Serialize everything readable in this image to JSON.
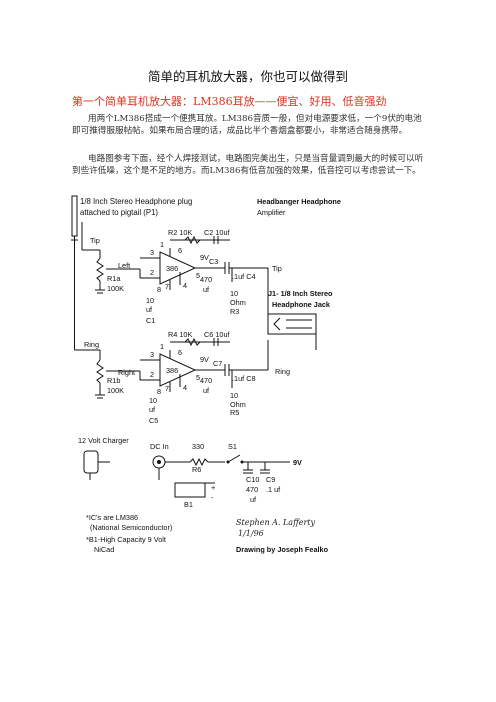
{
  "document": {
    "title": "简单的耳机放大器，你也可以做得到",
    "subtitle": "第一个简单耳机放大器：LM386耳放——便宜、好用、低音强劲",
    "paragraph1": "用两个LM386搭成一个便携耳放。LM386音质一般，但对电源要求低，一个9伏的电池即可推得服服帖帖。如果布局合理的话，成品比半个香烟盒都要小，非常适合随身携带。",
    "paragraph2": "电路图参考下面，经个人焊接测试，电路图完美出生，只是当音量调到最大的时候可以听到些许低噪，这个是不足的地方。而LM386有低音加强的效果，低音控可以考虑尝试一下。"
  },
  "schematic": {
    "plug_title_1": "1/8 Inch Stereo Headphone plug",
    "plug_title_2": "attached to pigtail (P1)",
    "amp_title_1": "Headbanger Headphone",
    "amp_title_2": "Amplifier",
    "tip_left": "Tip",
    "ring_left": "Ring",
    "left_label": "Left",
    "right_label": "Right",
    "r1a": "R1a",
    "r1b": "R1b",
    "pot_value": "100K",
    "r2": "R2 10K",
    "r4": "R4 10K",
    "c2": "C2 10uf",
    "c6": "C6 10uf",
    "ic": "386",
    "pin1": "1",
    "pin2": "2",
    "pin3": "3",
    "pin4": "4",
    "pin5": "5",
    "pin6": "6",
    "pin7": "7",
    "pin8": "8",
    "nine_v": "9V",
    "c3": "C3",
    "c7": "C7",
    "cap470": "470",
    "uf": "uf",
    "c4": ".1uf C4",
    "c8": ".1uf C8",
    "ten": "10",
    "ohm": "Ohm",
    "r3": "R3",
    "r5": "R5",
    "c1": "C1",
    "c5": "C5",
    "tip_right": "Tip",
    "ring_right": "Ring",
    "jack_1": "J1- 1/8 Inch Stereo",
    "jack_2": "Headphone Jack",
    "charger": "12 Volt Charger",
    "dc_in": "DC In",
    "r6_value": "330",
    "r6": "R6",
    "s1": "S1",
    "supply": "9V",
    "c10": "C10",
    "c9": "C9",
    "c10_value": "470",
    "c9_value": ".1 uf",
    "b1": "B1",
    "plus": "+",
    "minus": "-",
    "note_1": "*IC's are LM386",
    "note_2": "(National Semiconductor)",
    "note_3": "*B1-High Capacity 9 Volt",
    "note_4": "NiCad",
    "signature": "Stephen A. Lafferty",
    "signature_date": "1/1/96",
    "drawing_by": "Drawing by Joseph Fealko"
  }
}
